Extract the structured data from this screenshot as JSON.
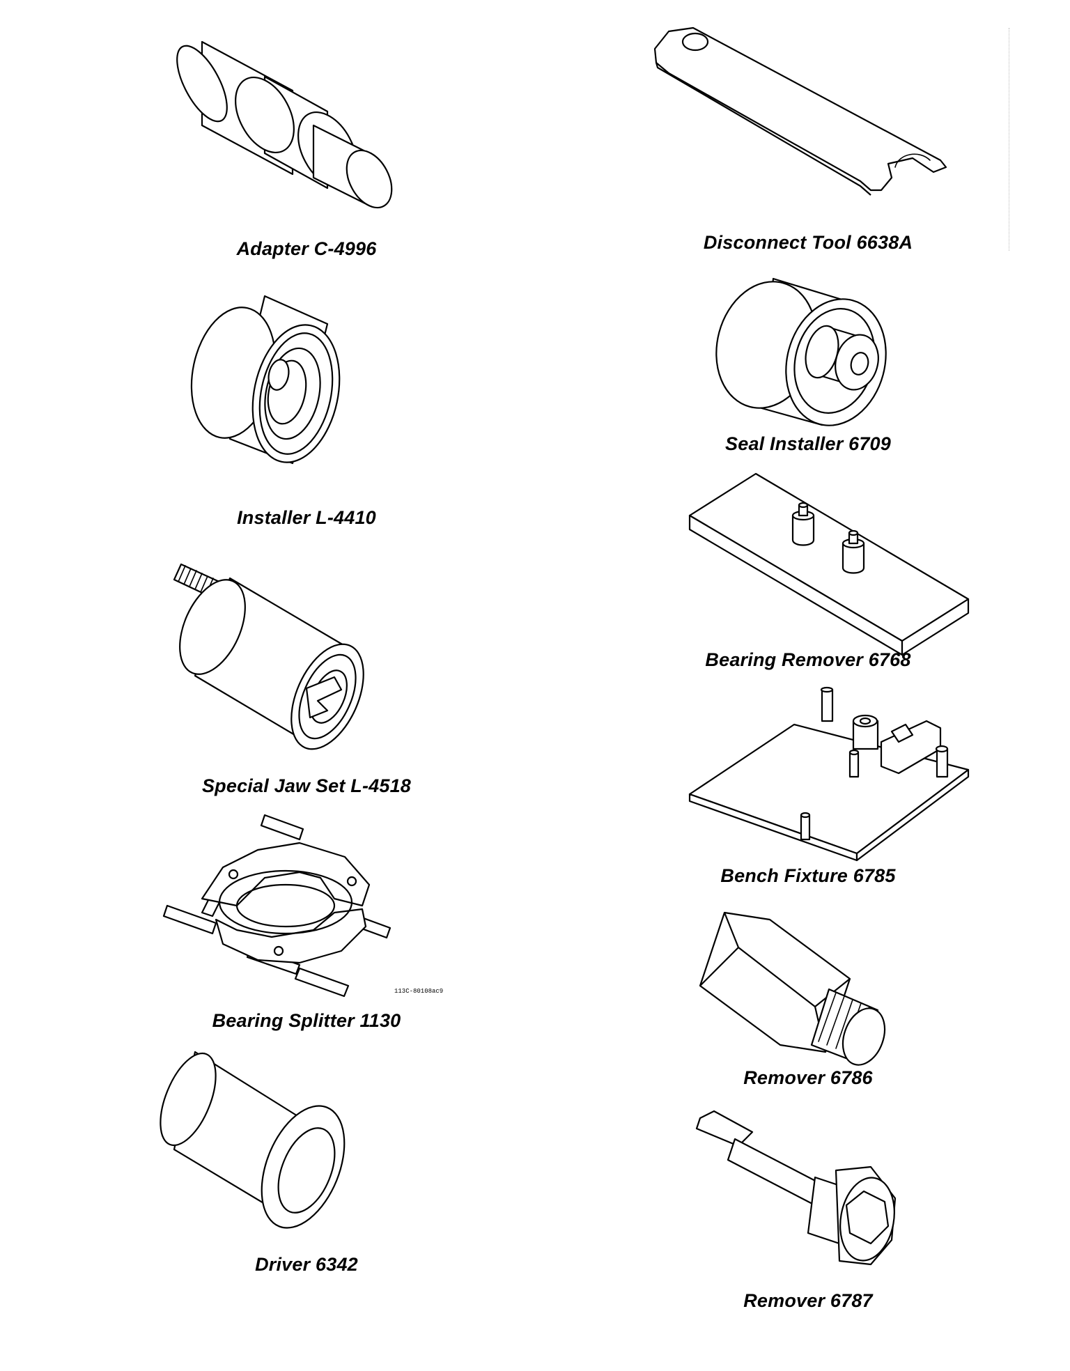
{
  "tools": {
    "left": [
      {
        "label": "Adapter C-4996"
      },
      {
        "label": "Installer L-4410"
      },
      {
        "label": "Special Jaw Set L-4518"
      },
      {
        "label": "Bearing Splitter 1130"
      },
      {
        "label": "Driver 6342"
      }
    ],
    "right": [
      {
        "label": "Disconnect Tool 6638A"
      },
      {
        "label": "Seal Installer 6709"
      },
      {
        "label": "Bearing Remover 6768"
      },
      {
        "label": "Bench Fixture 6785"
      },
      {
        "label": "Remover 6786"
      },
      {
        "label": "Remover 6787"
      }
    ]
  },
  "figure_code": "113C-80108ac9"
}
